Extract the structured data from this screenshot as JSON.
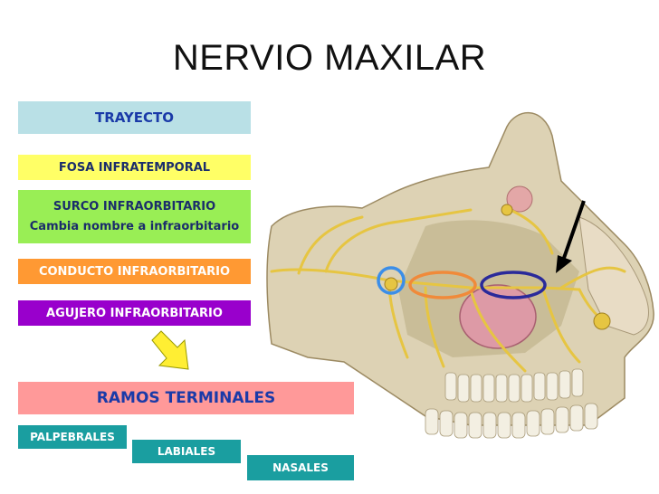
{
  "title": "NERVIO MAXILAR",
  "boxes": {
    "trayecto": "TRAYECTO",
    "fosa": "FOSA INFRATEMPORAL",
    "surco_line1": "SURCO INFRAORBITARIO",
    "surco_line2": "Cambia nombre a infraorbitario",
    "conducto": "CONDUCTO INFRAORBITARIO",
    "agujero": "AGUJERO INFRAORBITARIO",
    "ramos": "RAMOS TERMINALES",
    "palpebrales": "PALPEBRALES",
    "labiales": "LABIALES",
    "nasales": "NASALES"
  },
  "colors": {
    "trayecto_bg": "#b9e0e6",
    "fosa_bg": "#ffff66",
    "surco_bg": "#99ee55",
    "conducto_bg": "#ff9933",
    "agujero_bg": "#9900cc",
    "ramos_bg": "#ff9999",
    "terminal_bg": "#1a9ea0",
    "highlight_blue": "#3b8ee8",
    "highlight_orange": "#f08a3a",
    "highlight_navy": "#2a2a9a"
  },
  "icons": {
    "down_arrow": "yellow-down-arrow-icon",
    "pointer_arrow": "black-pointer-arrow-icon"
  }
}
